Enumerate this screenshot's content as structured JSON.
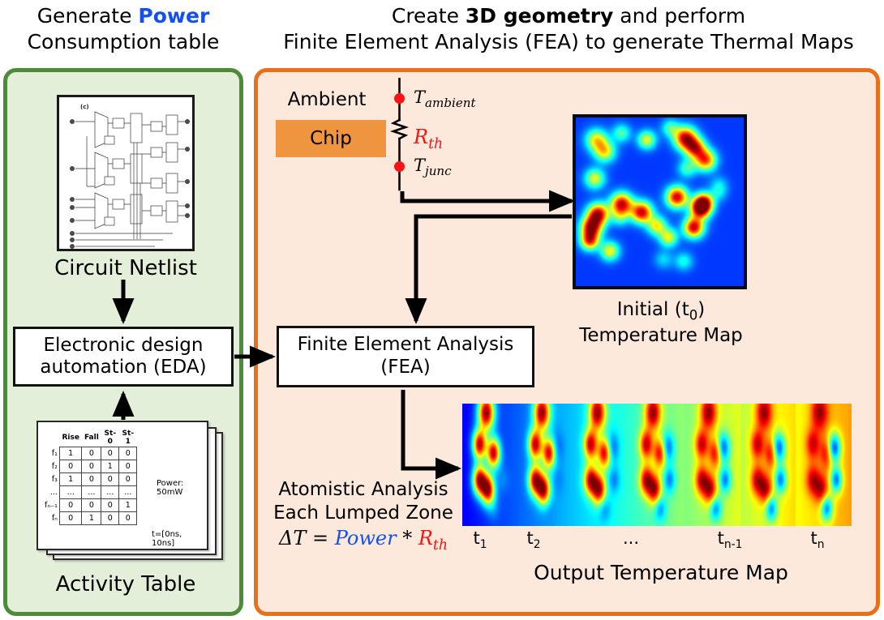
{
  "titles": {
    "left_line1_pre": "Generate ",
    "left_line1_em": "Power",
    "left_line2": "Consumption table",
    "right_line1_pre": "Create ",
    "right_line1_em": "3D geometry",
    "right_line1_post": " and perform",
    "right_line2": "Finite Element Analysis (FEA) to generate Thermal Maps"
  },
  "left_panel": {
    "netlist_label": "Circuit Netlist",
    "netlist_tag": "(c)",
    "eda_line1": "Electronic design",
    "eda_line2": "automation (EDA)",
    "activity_label": "Activity Table",
    "activity_table": {
      "columns": [
        "Rise",
        "Fall",
        "St-0",
        "St-1"
      ],
      "rows": [
        {
          "name": "f₁",
          "values": [
            "1",
            "0",
            "0",
            "0"
          ]
        },
        {
          "name": "f₂",
          "values": [
            "0",
            "0",
            "1",
            "0"
          ]
        },
        {
          "name": "f₃",
          "values": [
            "1",
            "0",
            "0",
            "0"
          ]
        },
        {
          "name": "...",
          "values": [
            "...",
            "...",
            "...",
            "..."
          ]
        },
        {
          "name": "fₙ₋₁",
          "values": [
            "0",
            "0",
            "0",
            "1"
          ]
        },
        {
          "name": "fₙ",
          "values": [
            "0",
            "1",
            "0",
            "0"
          ]
        }
      ],
      "power_note": "Power: 50mW",
      "time_note": "t=[0ns, 10ns]"
    }
  },
  "right_panel": {
    "ambient_label": "Ambient",
    "chip_label": "Chip",
    "t_ambient": "T",
    "t_ambient_sub": "ambient",
    "t_junc": "T",
    "t_junc_sub": "junc",
    "r_th": "R",
    "r_th_sub": "th",
    "fea_line1": "Finite Element Analysis",
    "fea_line2": "(FEA)",
    "initial_map_line1_pre": "Initial (t",
    "initial_map_line1_sub": "0",
    "initial_map_line1_post": ")",
    "initial_map_line2": "Temperature Map",
    "atomistic_line1": "Atomistic Analysis",
    "atomistic_line2": "Each Lumped Zone",
    "formula_lhs": "ΔT = ",
    "formula_power": "Power",
    "formula_op": " * ",
    "formula_rth": "R",
    "formula_rth_sub": "th",
    "output_label": "Output Temperature Map",
    "time_ticks": [
      {
        "main": "t",
        "sub": "1"
      },
      {
        "main": "t",
        "sub": "2"
      },
      {
        "main": "...",
        "sub": ""
      },
      {
        "main": "t",
        "sub": "n-1"
      },
      {
        "main": "t",
        "sub": "n"
      }
    ]
  },
  "colors": {
    "green_border": "#4e8a3b",
    "green_fill": "#e3efd9",
    "orange_border": "#e8701b",
    "orange_fill": "#fce9dc",
    "chip_orange": "#f0953f",
    "power_blue": "#1450ee",
    "rth_red": "#f21616",
    "node_red": "#fc1414",
    "wire_black": "#000000"
  },
  "chart_data": {
    "type": "heatmap",
    "title": "Initial (t0) Temperature Map",
    "colormap": "jet",
    "initial_map": {
      "background_level": 0.18,
      "hotspots": [
        {
          "x": 0.12,
          "y": 0.13,
          "v": 0.62,
          "r": 0.06
        },
        {
          "x": 0.17,
          "y": 0.2,
          "v": 0.62,
          "r": 0.058
        },
        {
          "x": 0.27,
          "y": 0.09,
          "v": 0.46,
          "r": 0.05
        },
        {
          "x": 0.42,
          "y": 0.13,
          "v": 0.6,
          "r": 0.05
        },
        {
          "x": 0.56,
          "y": 0.06,
          "v": 0.44,
          "r": 0.048
        },
        {
          "x": 0.65,
          "y": 0.12,
          "v": 0.92,
          "r": 0.062
        },
        {
          "x": 0.71,
          "y": 0.18,
          "v": 0.78,
          "r": 0.055
        },
        {
          "x": 0.77,
          "y": 0.25,
          "v": 0.8,
          "r": 0.058
        },
        {
          "x": 0.66,
          "y": 0.3,
          "v": 0.44,
          "r": 0.05
        },
        {
          "x": 0.11,
          "y": 0.36,
          "v": 0.6,
          "r": 0.055
        },
        {
          "x": 0.85,
          "y": 0.4,
          "v": 0.34,
          "r": 0.05
        },
        {
          "x": 0.27,
          "y": 0.51,
          "v": 0.92,
          "r": 0.06
        },
        {
          "x": 0.26,
          "y": 0.59,
          "v": 0.4,
          "r": 0.048
        },
        {
          "x": 0.39,
          "y": 0.56,
          "v": 0.92,
          "r": 0.058
        },
        {
          "x": 0.13,
          "y": 0.57,
          "v": 0.92,
          "r": 0.058
        },
        {
          "x": 0.09,
          "y": 0.65,
          "v": 0.92,
          "r": 0.058
        },
        {
          "x": 0.08,
          "y": 0.73,
          "v": 0.78,
          "r": 0.05
        },
        {
          "x": 0.2,
          "y": 0.79,
          "v": 0.62,
          "r": 0.052
        },
        {
          "x": 0.48,
          "y": 0.64,
          "v": 0.62,
          "r": 0.052
        },
        {
          "x": 0.55,
          "y": 0.71,
          "v": 0.6,
          "r": 0.05
        },
        {
          "x": 0.6,
          "y": 0.47,
          "v": 0.92,
          "r": 0.058
        },
        {
          "x": 0.76,
          "y": 0.5,
          "v": 0.8,
          "r": 0.052
        },
        {
          "x": 0.74,
          "y": 0.54,
          "v": 0.92,
          "r": 0.055
        },
        {
          "x": 0.7,
          "y": 0.65,
          "v": 0.92,
          "r": 0.055
        },
        {
          "x": 0.52,
          "y": 0.84,
          "v": 0.34,
          "r": 0.05
        },
        {
          "x": 0.64,
          "y": 0.85,
          "v": 0.4,
          "r": 0.05
        },
        {
          "x": 0.85,
          "y": 0.45,
          "v": 0.3,
          "r": 0.045
        }
      ]
    },
    "output_sequence": {
      "n_frames": 7,
      "ambient_levels": [
        0.12,
        0.22,
        0.32,
        0.42,
        0.5,
        0.56,
        0.62
      ],
      "hotspots": [
        {
          "x": 0.42,
          "y": 0.07,
          "v": 0.95,
          "r": 0.12
        },
        {
          "x": 0.3,
          "y": 0.33,
          "v": 0.9,
          "r": 0.1
        },
        {
          "x": 0.55,
          "y": 0.4,
          "v": 0.88,
          "r": 0.1
        },
        {
          "x": 0.3,
          "y": 0.62,
          "v": 0.9,
          "r": 0.1
        },
        {
          "x": 0.45,
          "y": 0.7,
          "v": 0.9,
          "r": 0.1
        },
        {
          "x": 0.68,
          "y": 0.36,
          "v": 0.1,
          "r": 0.1
        },
        {
          "x": 0.72,
          "y": 0.62,
          "v": 0.18,
          "r": 0.09
        },
        {
          "x": 0.55,
          "y": 0.85,
          "v": 0.2,
          "r": 0.09
        }
      ]
    }
  }
}
